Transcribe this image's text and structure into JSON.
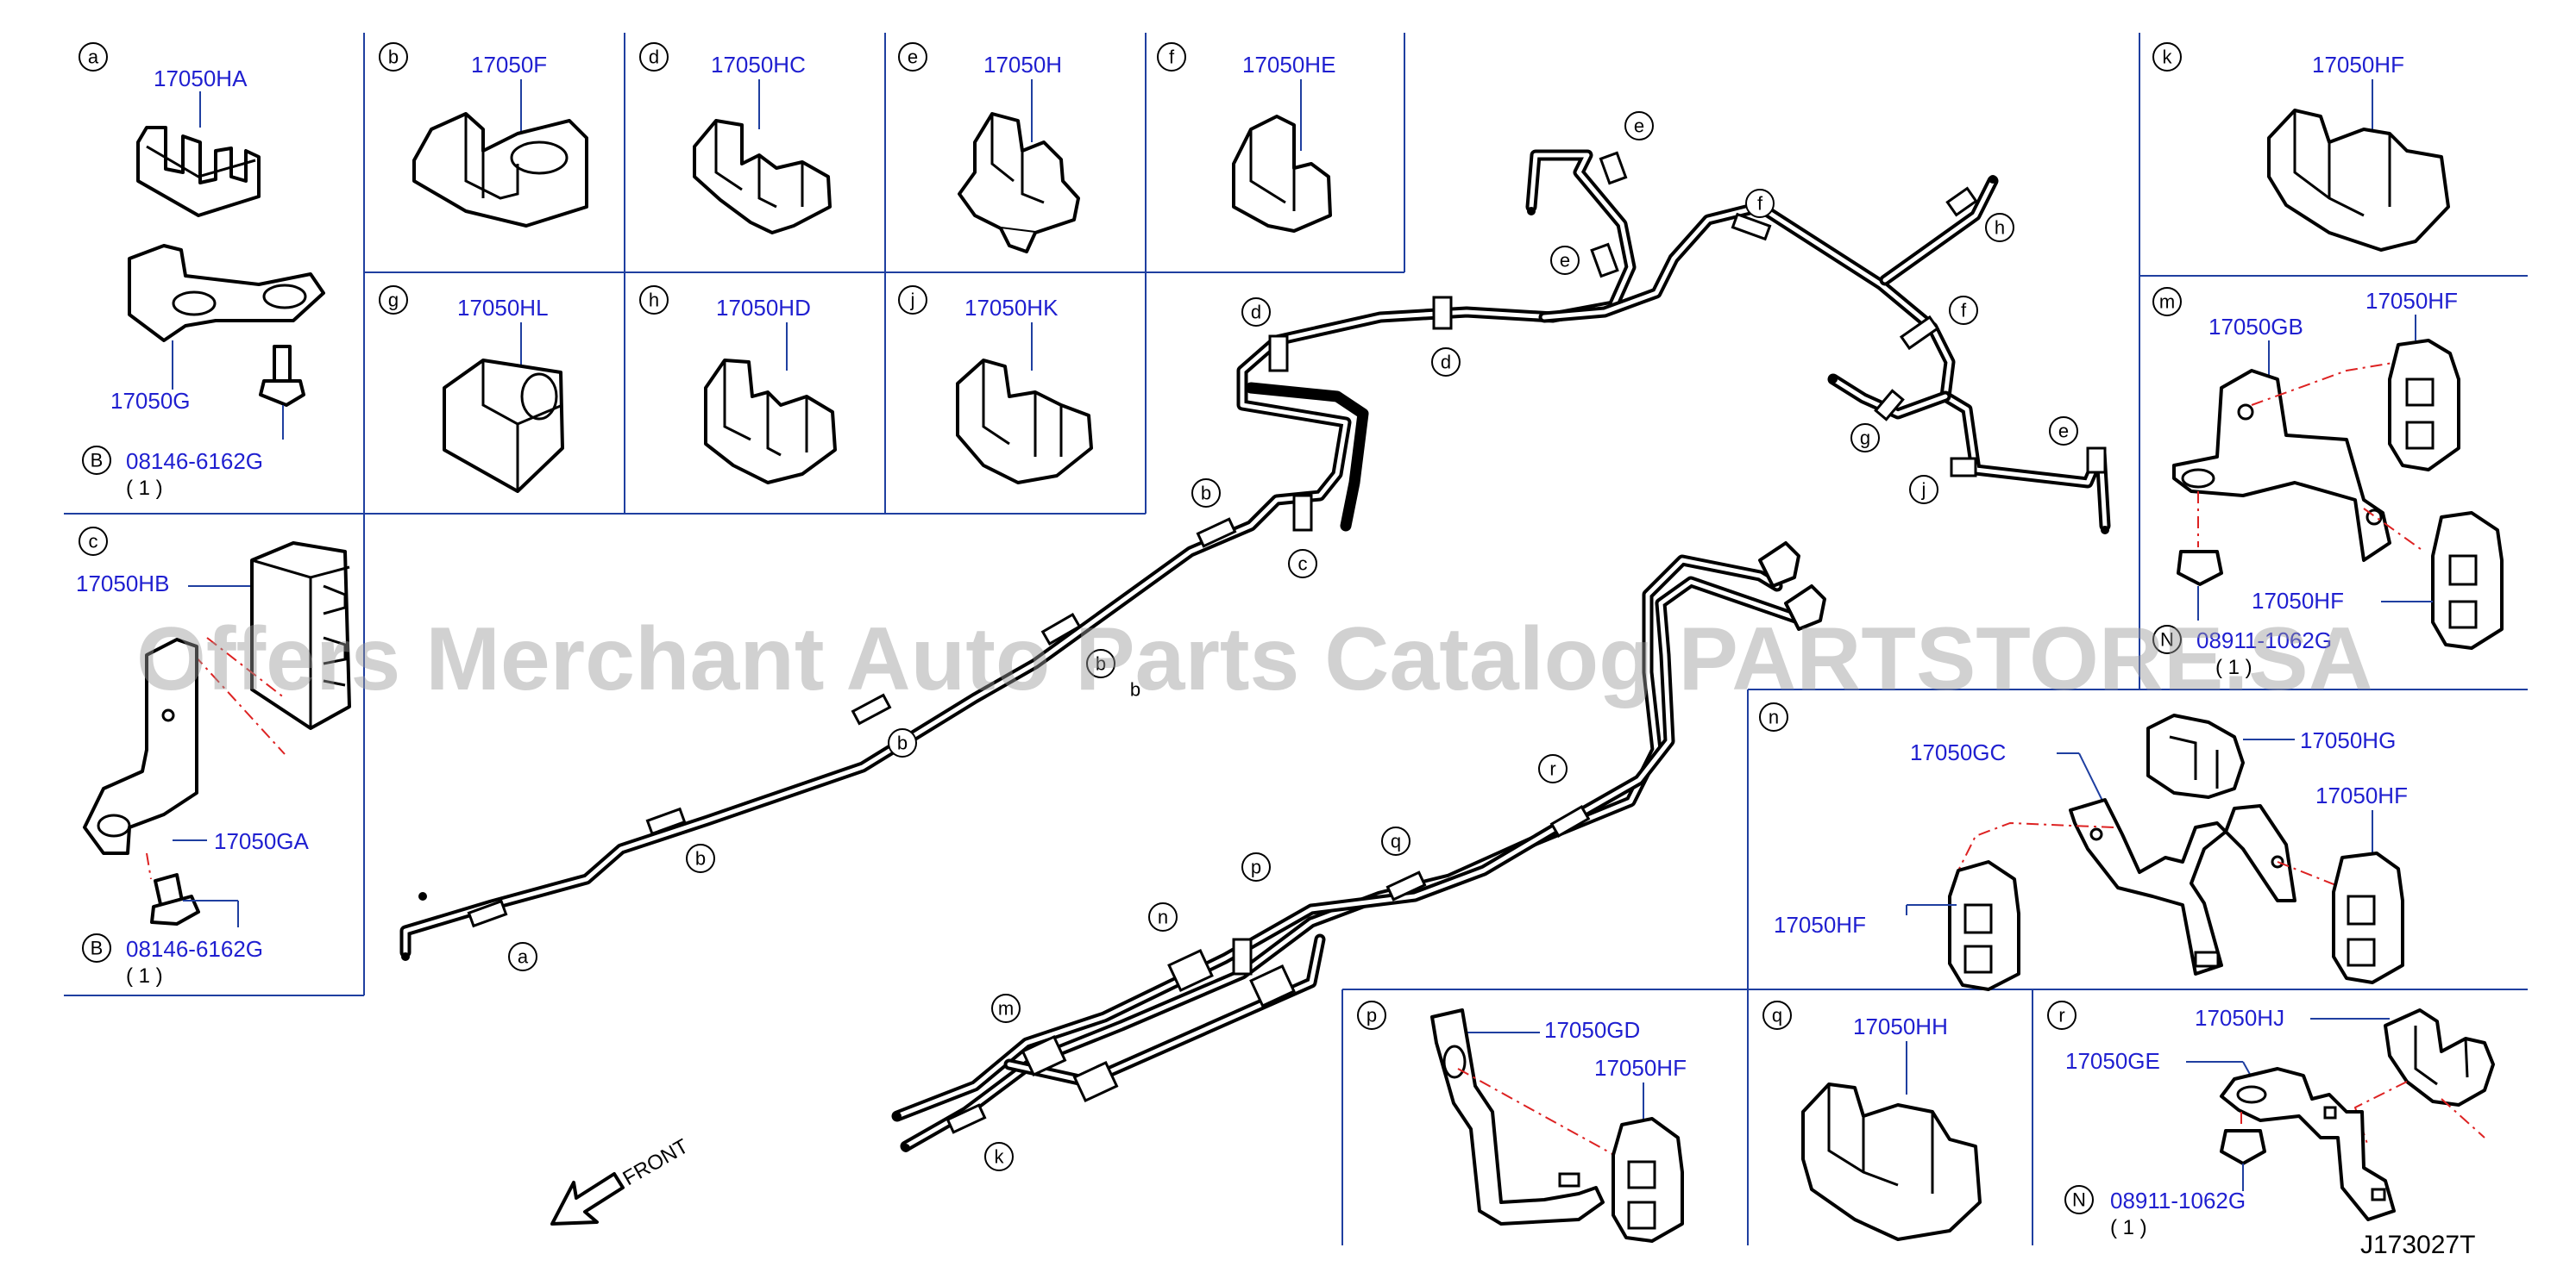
{
  "callouts": {
    "a": "17050HA",
    "a2": "17050G",
    "a_bolt": "08146-6162G",
    "a_qty": "( 1 )",
    "b": "17050F",
    "d": "17050HC",
    "e": "17050H",
    "f": "17050HE",
    "g": "17050HL",
    "h": "17050HD",
    "j": "17050HK",
    "k": "17050HF",
    "c": "17050HB",
    "c2": "17050GA",
    "c_bolt": "08146-6162G",
    "c_qty": "( 1 )",
    "m1": "17050GB",
    "m2": "17050HF",
    "m3": "17050HF",
    "m_nut": "08911-1062G",
    "m_qty": "( 1 )",
    "n1": "17050GC",
    "n2": "17050HG",
    "n3": "17050HF",
    "n4": "17050HF",
    "p1": "17050GD",
    "p2": "17050HF",
    "q1": "17050HH",
    "r1": "17050HJ",
    "r2": "17050GE",
    "r_nut": "08911-1062G",
    "r_qty": "( 1 )"
  },
  "symbols": {
    "bolt_prefix": "B",
    "nut_prefix": "N"
  },
  "panel_letters": [
    "a",
    "b",
    "d",
    "e",
    "f",
    "k",
    "g",
    "h",
    "j",
    "c",
    "m",
    "n",
    "p",
    "q",
    "r"
  ],
  "diagram_letters": [
    "e",
    "e",
    "f",
    "h",
    "d",
    "d",
    "f",
    "g",
    "e",
    "j",
    "b",
    "c",
    "b",
    "b",
    "b",
    "b",
    "a",
    "r",
    "q",
    "p",
    "n",
    "m",
    "k"
  ],
  "front_label": "FRONT",
  "watermark": "Offers Merchant Auto Parts Catalog PARTSTORE.SA",
  "diagram_id": "J173027T",
  "colors": {
    "label": "#1f1fd0",
    "frame": "#1f3fa0",
    "hidden_line": "#d22222",
    "watermark": "#9a9a9a"
  }
}
